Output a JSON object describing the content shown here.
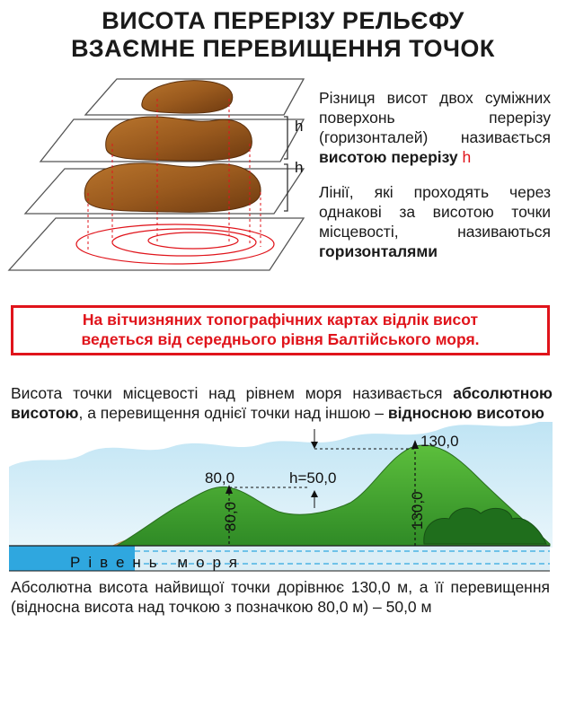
{
  "title": {
    "line1": "ВИСОТА ПЕРЕРІЗУ РЕЛЬЄФУ",
    "line2": "ВЗАЄМНЕ ПЕРЕВИЩЕННЯ ТОЧОК"
  },
  "contour_diagram": {
    "h_label_top": "h",
    "h_label_bottom": "h"
  },
  "definition1": {
    "text_before": "Різниця висот двох су­міжних поверхонь перерізу (горизонталей) називаєть­ся ",
    "bold": "висотою перерізу",
    "symbol": " h"
  },
  "definition2": {
    "text_before": "Лінії, які проходять через однакові за висотою точки місцевості, назива­ються ",
    "bold": "горизонталями"
  },
  "note": {
    "line1": "На вітчизняних топографічних картах відлік висот",
    "line2": "ведеться від середнього рівня Балтійського моря."
  },
  "explanation": {
    "line1": "Висота точки місцевості над рівнем моря називається",
    "bold1": "абсолютною висотою",
    "middle": ", а перевищення однієї точки над ін­шою – ",
    "bold2": "відносною висотою"
  },
  "profile": {
    "peak_high": "130,0",
    "peak_high_vertical": "130,0",
    "peak_low": "80,0",
    "peak_low_vertical": "80,0",
    "difference": "h=50,0",
    "sea_level": "Рівень моря",
    "colors": {
      "sea": "#2fa7df",
      "hill": "#3fa02f",
      "sand": "#c8935a",
      "red": "#e0141b"
    }
  },
  "conclusion": {
    "text": "Абсолютна висота найвищої точки дорівнює 130,0 м, а її перевищення (відносна висота над точкою з позначкою 80,0 м) – 50,0 м"
  }
}
